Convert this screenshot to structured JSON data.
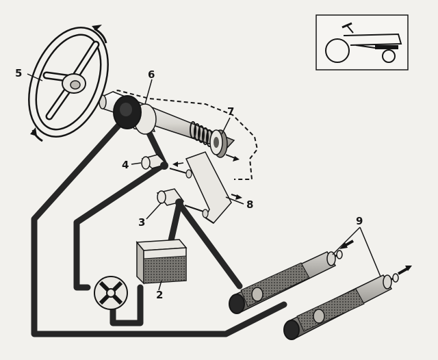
{
  "colors": {
    "background": "#f2f1ed",
    "ink": "#151515",
    "pipe": "#262626",
    "metal_light": "#e9e7e2",
    "metal_mid": "#bdbab3"
  },
  "callouts": [
    {
      "id": "5",
      "text": "5"
    },
    {
      "id": "6",
      "text": "6"
    },
    {
      "id": "7",
      "text": "7"
    },
    {
      "id": "4",
      "text": "4"
    },
    {
      "id": "8",
      "text": "8"
    },
    {
      "id": "3",
      "text": "3"
    },
    {
      "id": "2",
      "text": "2"
    },
    {
      "id": "9",
      "text": "9"
    }
  ],
  "inset": {
    "icon": "tractor-icon"
  }
}
